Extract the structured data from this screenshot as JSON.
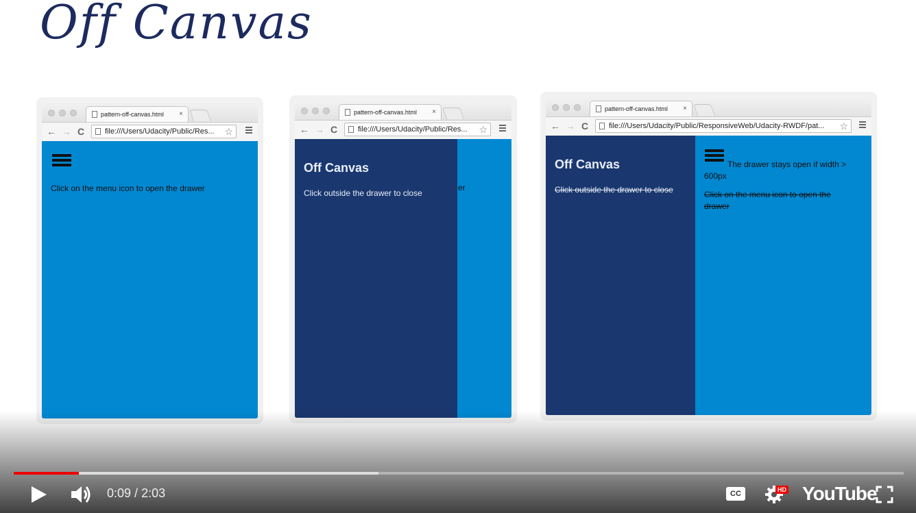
{
  "slide": {
    "title": "Off Canvas"
  },
  "browser": {
    "tab_title": "pattern-off-canvas.html",
    "tab_close": "×",
    "url_short": "file:///Users/Udacity/Public/Res...",
    "url_long": "file:///Users/Udacity/Public/ResponsiveWeb/Udacity-RWDF/pat...",
    "star": "☆",
    "back": "←",
    "forward": "→",
    "reload": "C"
  },
  "screens": {
    "closed": {
      "text": "Click on the menu icon to open the drawer"
    },
    "open": {
      "drawer_title": "Off Canvas",
      "drawer_text": "Click outside the drawer to close",
      "peek_text": "er"
    },
    "wide": {
      "drawer_title": "Off Canvas",
      "drawer_text": "Click outside the drawer to close",
      "main_text": "The drawer stays open if width > 600px",
      "main_text2": "Click on the menu icon to open the drawer"
    }
  },
  "player": {
    "current_time": "0:09",
    "separator": " / ",
    "duration": "2:03",
    "played_fraction": 0.073,
    "buffered_fraction": 0.41,
    "cc_label": "CC",
    "hd_badge": "HD",
    "logo": "YouTube"
  },
  "colors": {
    "content_blue": "#0288d1",
    "drawer_navy": "#1a376f",
    "progress_red": "#e00000"
  }
}
